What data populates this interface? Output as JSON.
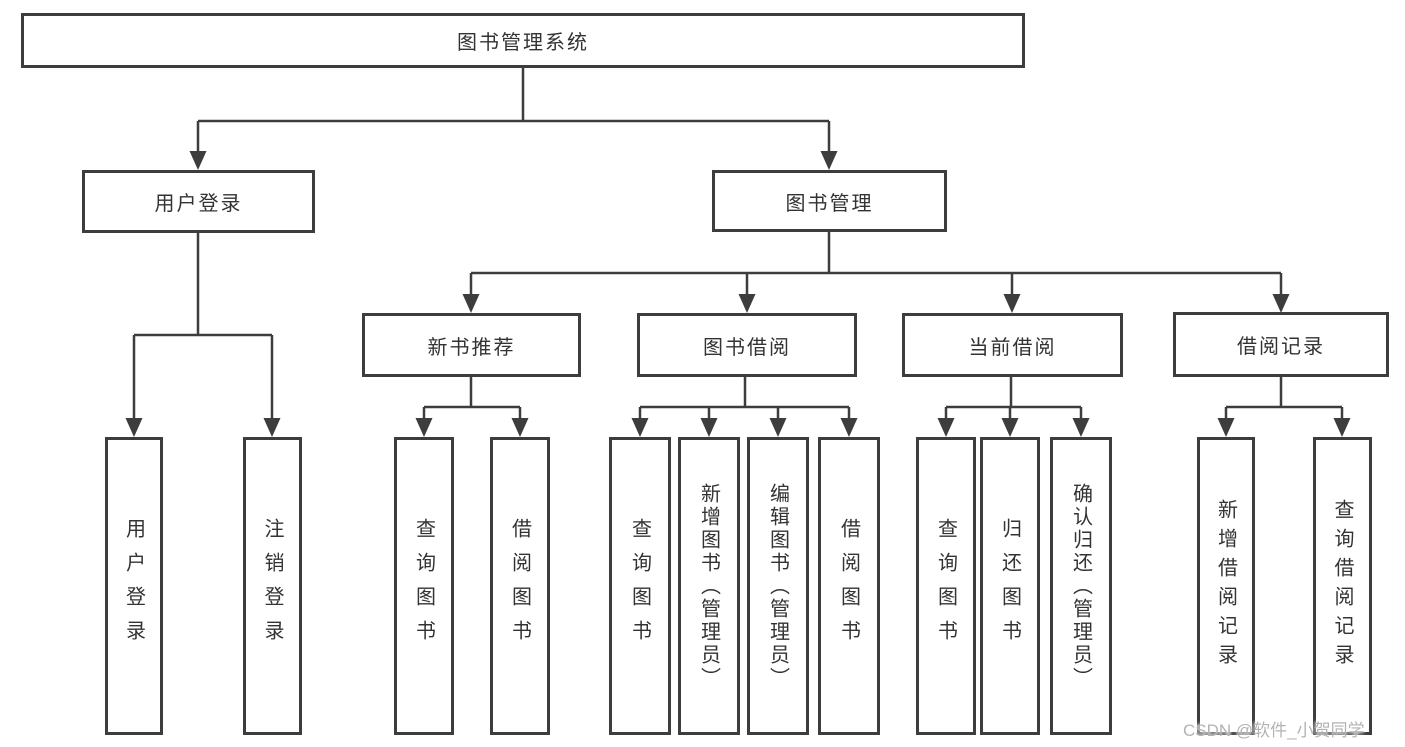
{
  "diagram": {
    "title": "图书管理系统",
    "root": {
      "label": "图书管理系统"
    },
    "level2": [
      {
        "label": "用户登录"
      },
      {
        "label": "图书管理"
      }
    ],
    "level3": [
      {
        "label": "新书推荐",
        "parent": "图书管理"
      },
      {
        "label": "图书借阅",
        "parent": "图书管理"
      },
      {
        "label": "当前借阅",
        "parent": "图书管理"
      },
      {
        "label": "借阅记录",
        "parent": "图书管理"
      }
    ],
    "leaves": [
      {
        "label": "用户登录",
        "parent": "用户登录"
      },
      {
        "label": "注销登录",
        "parent": "用户登录"
      },
      {
        "label": "查询图书",
        "parent": "新书推荐"
      },
      {
        "label": "借阅图书",
        "parent": "新书推荐"
      },
      {
        "label": "查询图书",
        "parent": "图书借阅"
      },
      {
        "label": "新增图书（管理员）",
        "parent": "图书借阅"
      },
      {
        "label": "编辑图书（管理员）",
        "parent": "图书借阅"
      },
      {
        "label": "借阅图书",
        "parent": "图书借阅"
      },
      {
        "label": "查询图书",
        "parent": "当前借阅"
      },
      {
        "label": "归还图书",
        "parent": "当前借阅"
      },
      {
        "label": "确认归还（管理员）",
        "parent": "当前借阅"
      },
      {
        "label": "新增借阅记录",
        "parent": "借阅记录"
      },
      {
        "label": "查询借阅记录",
        "parent": "借阅记录"
      }
    ]
  },
  "watermark": {
    "text": "CSDN @软件_小贺同学"
  },
  "colors": {
    "line": "#3d3d3d",
    "text": "#333333",
    "background": "#ffffff",
    "watermark": "#b3b3b3"
  }
}
